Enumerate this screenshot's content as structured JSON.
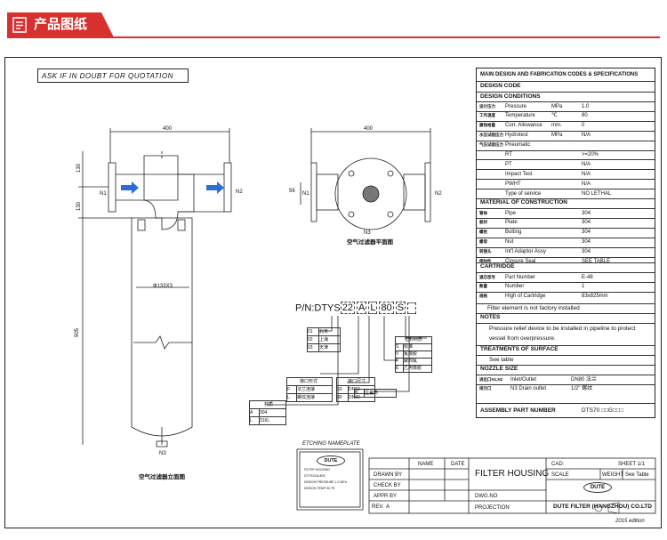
{
  "header": {
    "title": "产品图纸",
    "icon": "document-icon",
    "accent": "#d8302f"
  },
  "drawing": {
    "note": "ASK  IF  IN  DOUBT  FOR  QUOTATION",
    "front": {
      "width": "400",
      "top": "130",
      "mid": "130",
      "height": "905",
      "dia": "Ф133X3",
      "n1": "N1",
      "n2": "N2",
      "n3": "N3",
      "caption": "空气过滤器立面图"
    },
    "plan": {
      "width": "400",
      "dim": "56",
      "n1": "N1",
      "n2": "N2",
      "n3": "N3",
      "caption": "空气过滤器平面图"
    },
    "pn": {
      "title": "P/N:DTYS",
      "code": [
        "22",
        "A",
        "L",
        "80",
        "S",
        ""
      ],
      "t_mat": [
        [
          "01",
          "北京"
        ],
        [
          "02",
          "上海"
        ],
        [
          "03",
          "天津"
        ]
      ],
      "t_type": {
        "head": "接口形式",
        "rows": [
          [
            "F",
            "法兰连接"
          ],
          [
            "L",
            "螺纹连接"
          ]
        ]
      },
      "t_size": {
        "head": "接口尺寸",
        "rows": [
          [
            "50",
            "DN50"
          ],
          [
            "80",
            "DN80"
          ]
        ]
      },
      "t_seal": {
        "head": "密封材质",
        "rows": [
          [
            "S",
            "标准"
          ],
          [
            "V",
            "氟橡胶"
          ],
          [
            "F",
            "聚四氟"
          ],
          [
            "E",
            "乙丙橡胶"
          ]
        ]
      },
      "t_pres": [
        [
          "B",
          "压差表"
        ]
      ],
      "t_material": {
        "head": "材质",
        "rows": [
          [
            "A",
            "304"
          ],
          [
            "L",
            "316L"
          ]
        ]
      }
    },
    "etching": {
      "title": "ETCHING NAMEPLATE",
      "logo": "DUTE",
      "lines": [
        "FILTER HOUSING",
        "DTYS22AL80S",
        "DESIGN PRESSURE 1.0 MPa",
        "DESIGN TEMP. 80 ℃"
      ]
    },
    "titleblock": {
      "name": "NAME",
      "date": "DATE",
      "drawn": "DRAWN  BY",
      "check": "CHECK  BY",
      "appr": "APPR  BY",
      "rev": "REV.",
      "rev_val": "A",
      "product": "FILTER  HOUSING",
      "cad": "CAD:",
      "sheet": "SHEET  1/1",
      "scale": "SCALE",
      "weight": "WEIGHT",
      "weight_val": "See  Table",
      "dwg": "DWG.NO",
      "projection": "PROJECTION",
      "logo": "DUTE",
      "company": "DUTE FILTER (HANGZHOU) CO.LTD",
      "edition": "2015  edition"
    },
    "spec": {
      "title": "MAIN DESIGN AND FABRICATION CODES & SPECIFICATIONS",
      "design_code": "DESIGN CODE",
      "design_conditions": "DESIGN CONDITIONS",
      "cond_rows": [
        [
          "设计压力",
          "Pressure",
          "MPa",
          "1.0"
        ],
        [
          "工作温度",
          "Temperature",
          "℃",
          "80"
        ],
        [
          "腐蚀裕量",
          "Corr. Allowance",
          "mm.",
          "0"
        ],
        [
          "水压试验压力",
          "Hydrotest",
          "MPa",
          "N/A"
        ],
        [
          "气压试验压力",
          "Pneumatic",
          "",
          ""
        ],
        [
          "",
          "RT",
          "",
          ">=20%"
        ],
        [
          "",
          "PT",
          "",
          "N/A"
        ],
        [
          "",
          "Impact Test",
          "",
          "N/A"
        ],
        [
          "",
          "PWHT",
          "",
          "N/A"
        ],
        [
          "",
          "Type of service",
          "",
          "NO LETHAL"
        ]
      ],
      "material": "MATERIAL OF CONSTRUCTION",
      "mat_rows": [
        [
          "管体",
          "Pipe",
          "304"
        ],
        [
          "板材",
          "Plate",
          "304"
        ],
        [
          "螺栓",
          "Bolting",
          "304"
        ],
        [
          "螺母",
          "Nut",
          "304"
        ],
        [
          "转接头",
          "Int'l Adaptor Assy",
          "304"
        ],
        [
          "密封件",
          "Closure Seal",
          "SEE TABLE"
        ]
      ],
      "cartridge": "CARTRIDGE",
      "cart_rows": [
        [
          "滤芯型号",
          "Part Number",
          "E-48"
        ],
        [
          "数量",
          "Number",
          "1"
        ],
        [
          "规格",
          "High of Cartridge",
          "83x825mm"
        ]
      ],
      "cart_note": "Filter element is not factory installed",
      "notes": "NOTES",
      "note_text": [
        "Pressure relief device to be installed in pipeline to protect",
        "vessel from overpressure."
      ],
      "surface": "TREATMENTS OF SURFACE",
      "surface_val": "See table",
      "nozzle": "NOZZLE SIZE",
      "noz_rows": [
        [
          "进出口N1,N2",
          "Inlet/Outlet",
          "DN80 法兰"
        ],
        [
          "排污口",
          "N3    Drain outlet",
          "1/2\" 螺纹"
        ]
      ],
      "assembly": "ASSEMBLY PART NUMBER",
      "assembly_val": "DTS70 □□G□□□"
    }
  }
}
